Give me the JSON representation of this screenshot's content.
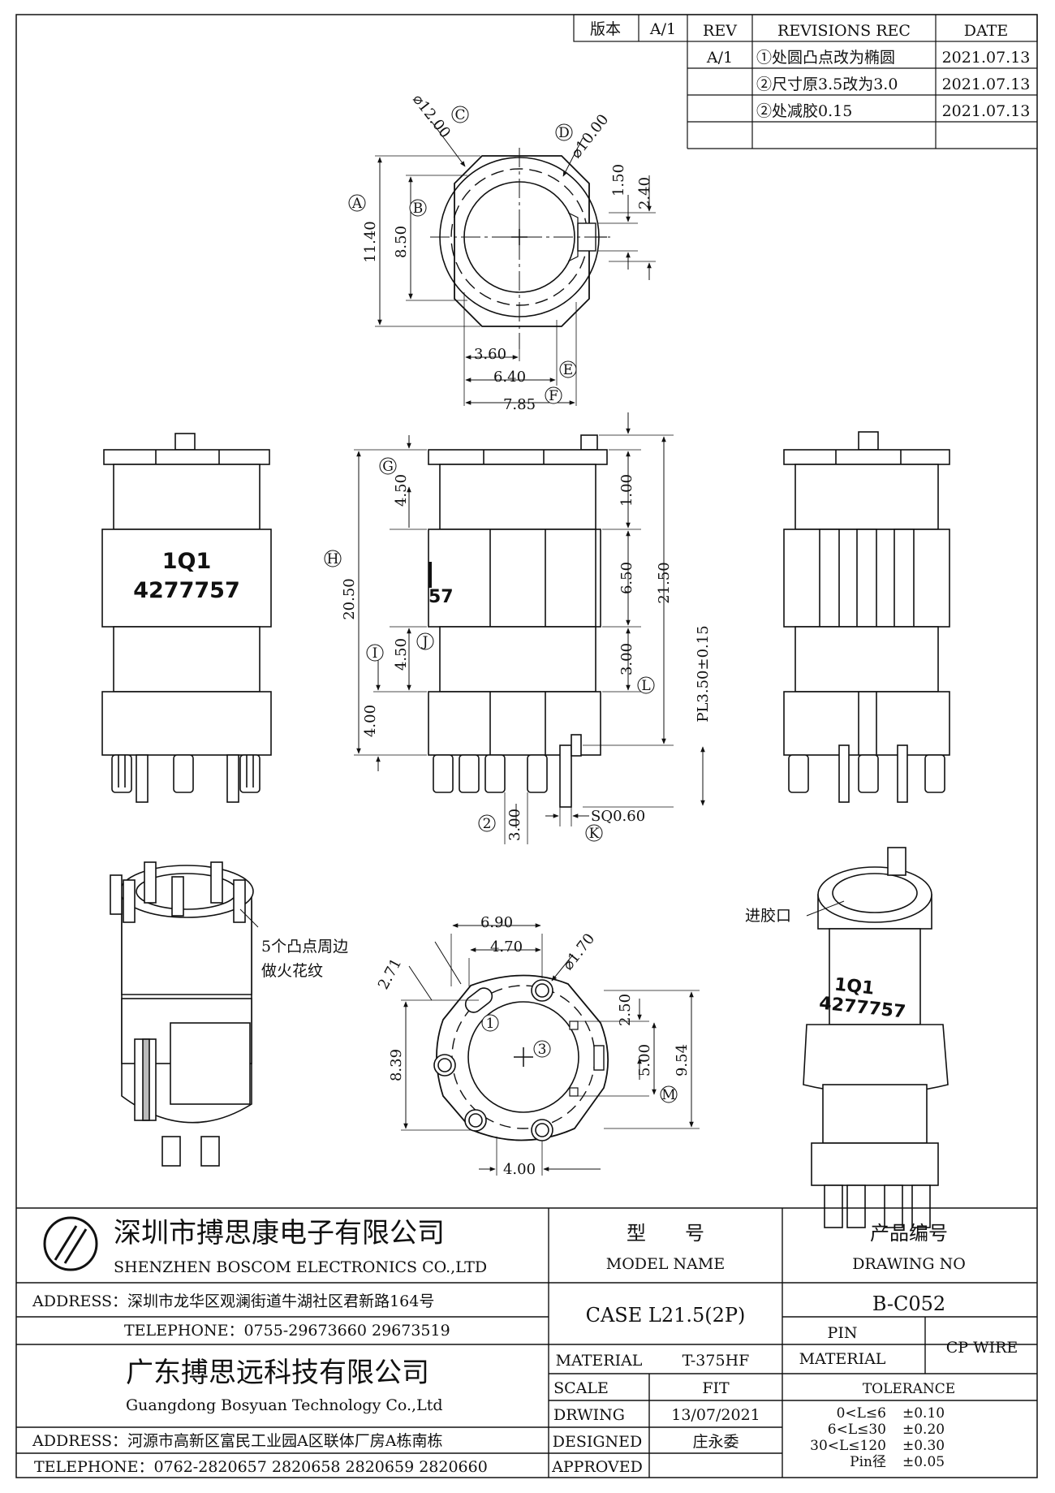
{
  "revision_table": {
    "version_label": "版本",
    "version_value": "A/1",
    "headers": [
      "REV",
      "REVISIONS REC",
      "DATE"
    ],
    "rows": [
      {
        "rev": "A/1",
        "rec": "①处圆凸点改为椭圆",
        "date": "2021.07.13"
      },
      {
        "rev": "",
        "rec": "②尺寸原3.5改为3.0",
        "date": "2021.07.13"
      },
      {
        "rev": "",
        "rec": "②处减胶0.15",
        "date": "2021.07.13"
      },
      {
        "rev": "",
        "rec": "",
        "date": ""
      }
    ]
  },
  "top_view": {
    "dims": {
      "d12": "⌀12.00",
      "d10": "⌀10.00",
      "h1140": "11.40",
      "h850": "8.50",
      "v150": "1.50",
      "v240": "2.40",
      "w360": "3.60",
      "w640": "6.40",
      "w785": "7.85"
    },
    "markers": {
      "A": "A",
      "B": "B",
      "C": "C",
      "D": "D",
      "E": "E",
      "F": "F"
    }
  },
  "side_view": {
    "dims": {
      "d450a": "4.50",
      "d2050": "20.50",
      "d450b": "4.50",
      "d400": "4.00",
      "d100": "1.00",
      "d650": "6.50",
      "d2150": "21.50",
      "d300a": "3.00",
      "pl": "PL3.50±0.15",
      "d300b": "3.00",
      "sq": "SQ0.60"
    },
    "markers": {
      "G": "G",
      "H": "H",
      "I": "I",
      "J": "J",
      "K": "K",
      "L": "L",
      "n2": "2"
    }
  },
  "marking": {
    "line1": "1Q1",
    "line2": "4277757",
    "partial": "57"
  },
  "bottom_view": {
    "dims": {
      "w690": "6.90",
      "w470": "4.70",
      "d271": "2.71",
      "d170": "⌀1.70",
      "h839": "8.39",
      "h250": "2.50",
      "h500": "5.00",
      "h954": "9.54",
      "w400": "4.00"
    },
    "markers": {
      "M": "M",
      "n1": "1",
      "n3": "3"
    }
  },
  "notes": {
    "spark_line1": "5个凸点周边",
    "spark_line2": "做火花纹",
    "gate": "进胶口"
  },
  "title_block": {
    "company1_cn": "深圳市搏思康电子有限公司",
    "company1_en": "SHENZHEN BOSCOM ELECTRONICS CO.,LTD",
    "address1": "ADDRESS：深圳市龙华区观澜街道牛湖社区君新路164号",
    "telephone1": "TELEPHONE：0755-29673660 29673519",
    "company2_cn": "广东搏思远科技有限公司",
    "company2_en": "Guangdong Bosyuan Technology Co.,Ltd",
    "address2": "ADDRESS：河源市高新区富民工业园A区联体厂房A栋南栋",
    "telephone2": "TELEPHONE：0762-2820657 2820658 2820659 2820660",
    "model_cn": "型　　号",
    "model_en": "MODEL NAME",
    "model_value": "CASE L21.5(2P)",
    "drawing_cn": "产品编号",
    "drawing_en": "DRAWING NO",
    "drawing_value": "B-C052",
    "pin_material_label1": "PIN",
    "pin_material_label2": "MATERIAL",
    "pin_material_value": "CP WIRE",
    "material_label": "MATERIAL",
    "material_value": "T-375HF",
    "scale_label": "SCALE",
    "scale_value": "FIT",
    "drawing_label": "DRWING",
    "drawing_date": "13/07/2021",
    "designed_label": "DESIGNED",
    "designed_value": "庄永委",
    "approved_label": "APPROVED",
    "approved_value": "",
    "tolerance_label": "TOLERANCE",
    "tolerances": [
      {
        "range": "0<L≤6",
        "value": "±0.10"
      },
      {
        "range": "6<L≤30",
        "value": "±0.20"
      },
      {
        "range": "30<L≤120",
        "value": "±0.30"
      },
      {
        "range": "Pin径",
        "value": "±0.05"
      }
    ]
  }
}
